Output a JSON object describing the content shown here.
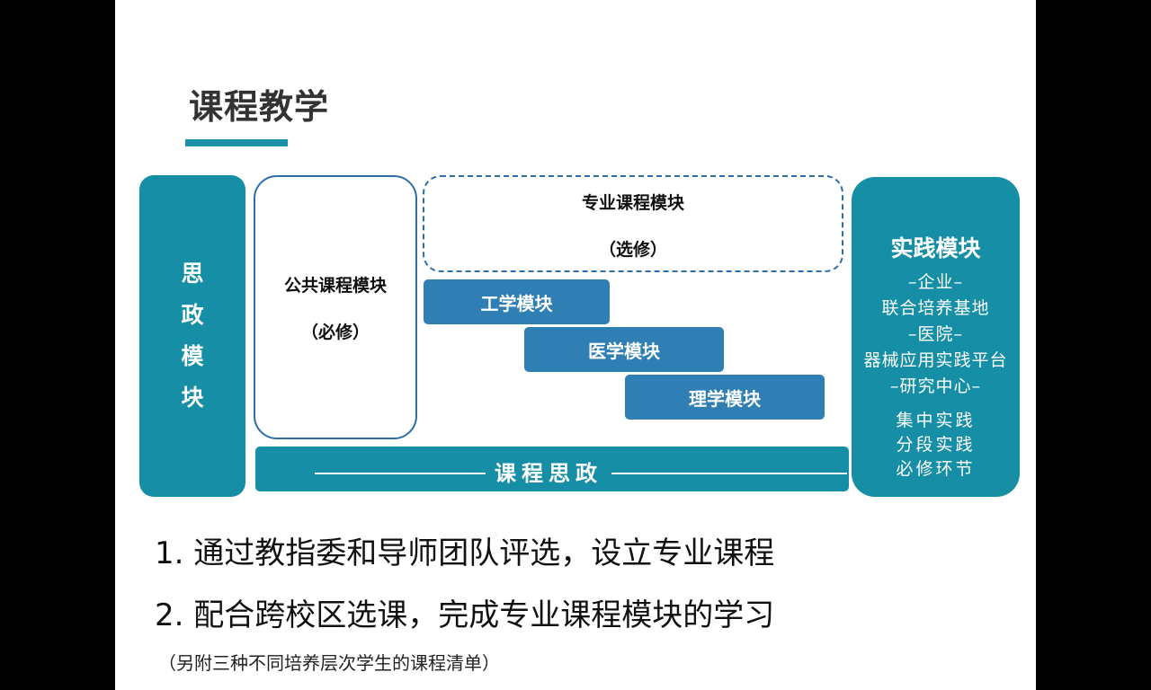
{
  "slide": {
    "title": "课程教学",
    "accent_color": "#1a8fa6"
  },
  "diagram": {
    "sizheng_module": [
      "思",
      "政",
      "模",
      "块"
    ],
    "public_module": {
      "name": "公共课程模块",
      "requirement": "（必修）"
    },
    "special_module": {
      "name": "专业课程模块",
      "requirement": "（选修）"
    },
    "sub_modules": [
      "工学模块",
      "医学模块",
      "理学模块"
    ],
    "course_ideology": "课程思政",
    "practice_module": {
      "title": "实践模块",
      "lines": [
        "–企业–",
        "联合培养基地",
        "–医院–",
        "器械应用实践平台",
        "–研究中心–",
        "集中实践",
        "分段实践",
        "必修环节"
      ]
    }
  },
  "points": [
    "1. 通过教指委和导师团队评选，设立专业课程",
    "2. 配合跨校区选课，完成专业课程模块的学习"
  ],
  "note": "（另附三种不同培养层次学生的课程清单）"
}
